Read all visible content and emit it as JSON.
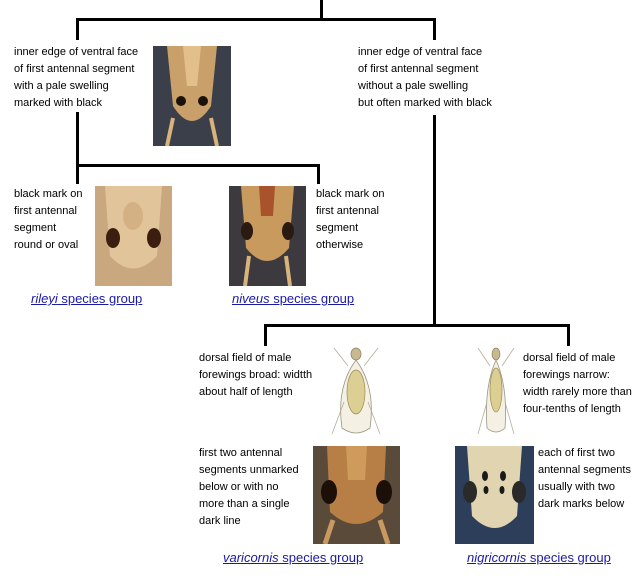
{
  "nodes": {
    "left_top": {
      "text": "inner edge of ventral face\nof first antennal segment\nwith a pale swelling\nmarked with black"
    },
    "right_top": {
      "text": "inner edge of ventral face\nof first antennal segment\nwithout a pale swelling\nbut often marked with black"
    },
    "rileyi_text": {
      "text": "black mark on\nfirst antennal\nsegment\nround or oval"
    },
    "niveus_text": {
      "text": "black mark on\nfirst antennal\nsegment\notherwise"
    },
    "broad_text": {
      "text": "dorsal field of male\nforewings broad: widtth\nabout half of length"
    },
    "narrow_text": {
      "text": "dorsal field of male\nforewings narrow:\nwidth rarely more than\nfour-tenths of length"
    },
    "varicornis_text": {
      "text": "first two antennal\nsegments unmarked\nbelow or with no\nmore than a single\ndark line"
    },
    "nigricornis_text": {
      "text": "each of first two\nantennal segments\nusually with two\ndark marks below"
    }
  },
  "links": {
    "rileyi": {
      "name": "rileyi",
      "suffix": " species group"
    },
    "niveus": {
      "name": "niveus",
      "suffix": " species group"
    },
    "varicornis": {
      "name": "varicornis",
      "suffix": " species group"
    },
    "nigricornis": {
      "name": "nigricornis",
      "suffix": " species group"
    }
  },
  "colors": {
    "link": "#1a1aa6",
    "line": "#000000",
    "photo_dark_bg": "#3a3f4a",
    "photo_tan": "#c9a06a",
    "photo_light_bg": "#8a8f96"
  }
}
